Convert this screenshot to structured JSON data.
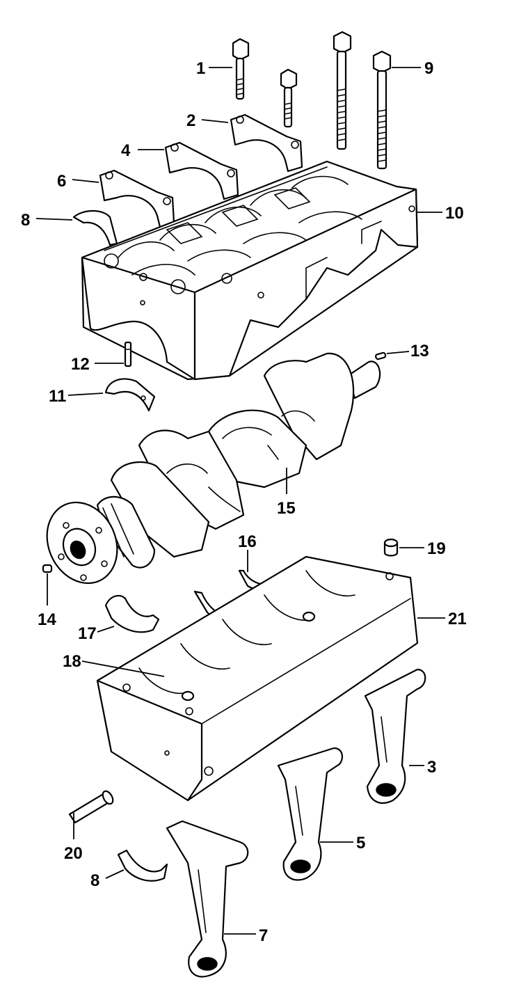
{
  "labels": {
    "l1": "1",
    "l2": "2",
    "l3": "3",
    "l4": "4",
    "l5": "5",
    "l6": "6",
    "l7": "7",
    "l8a": "8",
    "l8b": "8",
    "l9": "9",
    "l10": "10",
    "l11": "11",
    "l12": "12",
    "l13": "13",
    "l14": "14",
    "l15": "15",
    "l16": "16",
    "l17": "17",
    "l18": "18",
    "l19": "19",
    "l20": "20",
    "l21": "21"
  }
}
